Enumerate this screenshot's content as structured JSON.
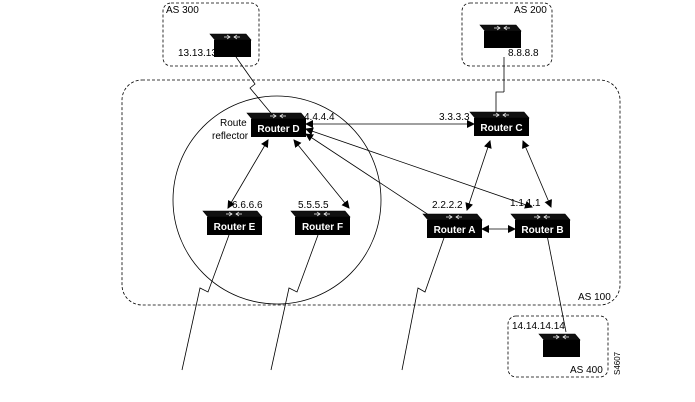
{
  "autonomous_systems": {
    "as300": "AS 300",
    "as200": "AS 200",
    "as100": "AS 100",
    "as400": "AS 400"
  },
  "routers": {
    "router_d": {
      "label": "Router D",
      "address": "4.4.4.4"
    },
    "router_c": {
      "label": "Router C",
      "address": "3.3.3.3"
    },
    "router_e": {
      "label": "Router E",
      "address": "6.6.6.6"
    },
    "router_f": {
      "label": "Router F",
      "address": "5.5.5.5"
    },
    "router_a": {
      "label": "Router A",
      "address": "2.2.2.2"
    },
    "router_b": {
      "label": "Router B",
      "address": "1.1.1.1"
    },
    "as300_router": {
      "address": "13.13.13.13"
    },
    "as200_router": {
      "address": "8.8.8.8"
    },
    "as400_router": {
      "address": "14.14.14.14"
    }
  },
  "route_reflector": {
    "line1": "Route",
    "line2": "reflector"
  },
  "figure_id": "S4607"
}
